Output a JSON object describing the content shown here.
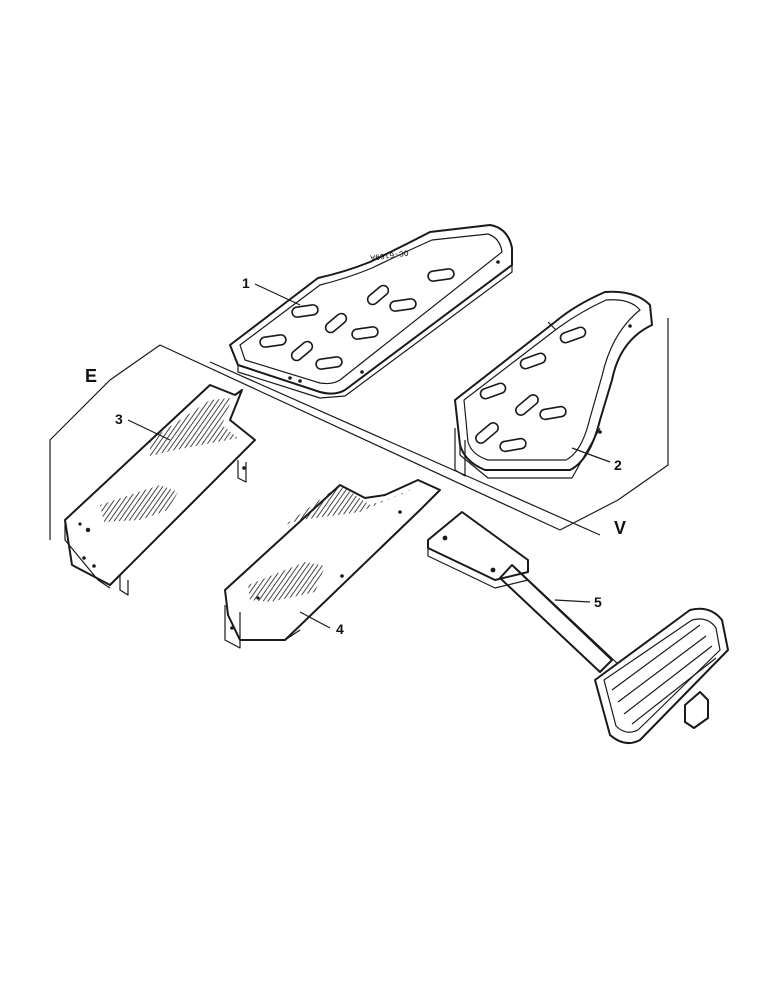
{
  "diagram": {
    "callouts": [
      {
        "id": "1",
        "label": "1"
      },
      {
        "id": "2",
        "label": "2"
      },
      {
        "id": "3",
        "label": "3"
      },
      {
        "id": "4",
        "label": "4"
      },
      {
        "id": "5",
        "label": "5"
      }
    ],
    "groups": {
      "left": "E",
      "right": "V"
    },
    "part_stamp": "OC-6169A"
  }
}
